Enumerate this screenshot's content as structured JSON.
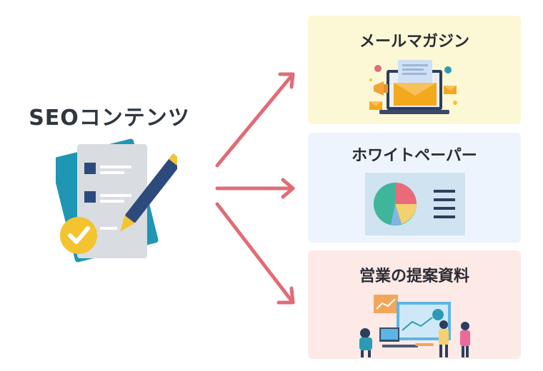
{
  "source": {
    "title": "SEOコンテンツ"
  },
  "outputs": [
    {
      "title": "メールマガジン",
      "icon": "email-marketing-illustration"
    },
    {
      "title": "ホワイトペーパー",
      "icon": "pie-chart-report-illustration"
    },
    {
      "title": "営業の提案資料",
      "icon": "sales-presentation-illustration"
    }
  ],
  "colors": {
    "arrow": "#e06c75",
    "card_yellow": "#fcf8d5",
    "card_blue": "#eef4fd",
    "card_pink": "#fde9e6",
    "accent_navy": "#2c4a7c",
    "accent_teal": "#2b9bb5",
    "accent_yellow": "#f4c430"
  }
}
